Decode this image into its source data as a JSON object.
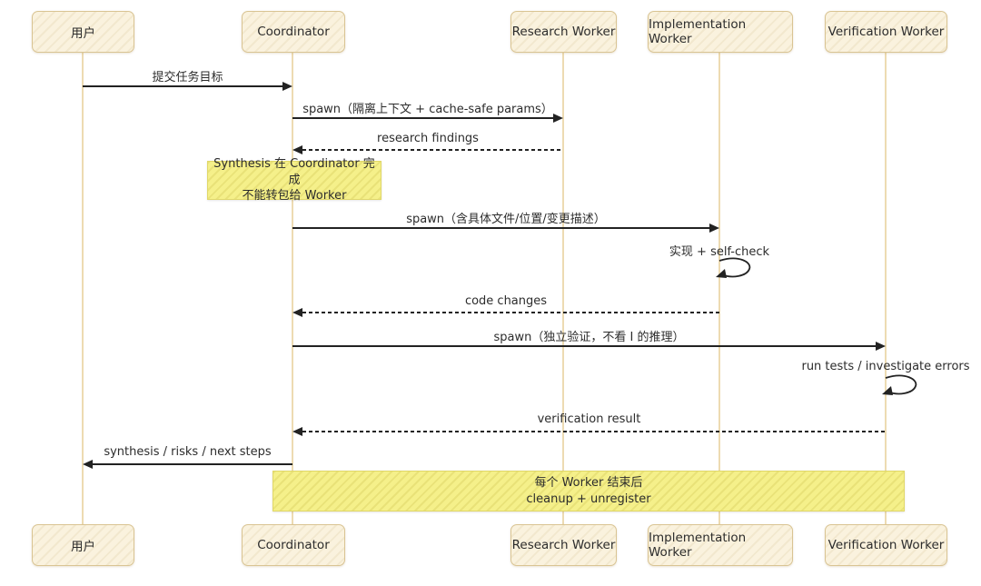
{
  "diagram": {
    "type": "sequence-diagram",
    "style": "hand-drawn",
    "colors": {
      "background": "#ffffff",
      "actor_fill": "#faf2de",
      "actor_border": "#d9c493",
      "note_fill": "#f5f08a",
      "note_border": "#e0d768",
      "lifeline": "#eddbb2",
      "arrow": "#222222",
      "text": "#2c2c2c"
    },
    "actors": [
      {
        "id": "user",
        "label": "用户"
      },
      {
        "id": "coordinator",
        "label": "Coordinator"
      },
      {
        "id": "research",
        "label": "Research Worker"
      },
      {
        "id": "implementation",
        "label": "Implementation Worker"
      },
      {
        "id": "verification",
        "label": "Verification Worker"
      }
    ],
    "messages": [
      {
        "from": "user",
        "to": "coordinator",
        "style": "solid",
        "label": "提交任务目标"
      },
      {
        "from": "coordinator",
        "to": "research",
        "style": "solid",
        "label": "spawn（隔离上下文 + cache-safe params）"
      },
      {
        "from": "research",
        "to": "coordinator",
        "style": "dashed",
        "label": "research findings"
      },
      {
        "from": "coordinator",
        "to": "implementation",
        "style": "solid",
        "label": "spawn（含具体文件/位置/变更描述）"
      },
      {
        "self": "implementation",
        "style": "self-loop",
        "label": "实现 + self-check"
      },
      {
        "from": "implementation",
        "to": "coordinator",
        "style": "dashed",
        "label": "code changes"
      },
      {
        "from": "coordinator",
        "to": "verification",
        "style": "solid",
        "label": "spawn（独立验证，不看 I 的推理）"
      },
      {
        "self": "verification",
        "style": "self-loop",
        "label": "run tests / investigate errors"
      },
      {
        "from": "verification",
        "to": "coordinator",
        "style": "dashed",
        "label": "verification result"
      },
      {
        "from": "coordinator",
        "to": "user",
        "style": "solid",
        "label": "synthesis / risks / next steps"
      }
    ],
    "notes": [
      {
        "over": "coordinator",
        "lines": [
          "Synthesis 在 Coordinator 完成",
          "不能转包给 Worker"
        ]
      },
      {
        "over": "coordinator-to-verification",
        "lines": [
          "每个 Worker 结束后",
          "cleanup + unregister"
        ]
      }
    ]
  }
}
